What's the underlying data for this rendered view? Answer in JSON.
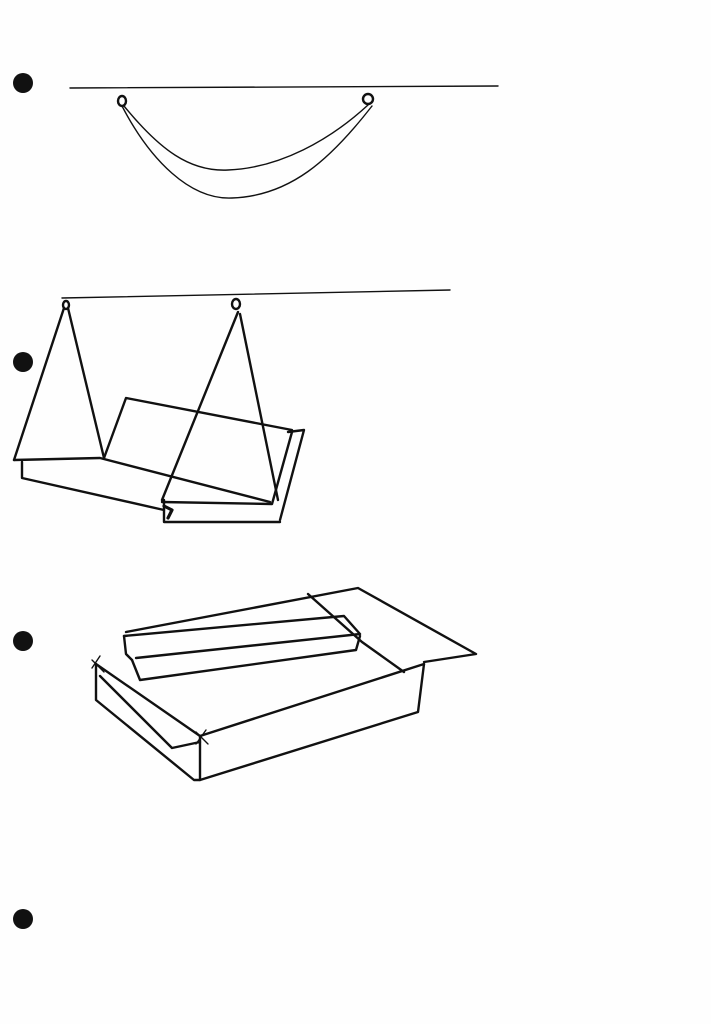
{
  "page": {
    "punch_holes": 4,
    "ink_color": "#111111",
    "paper_color": "#fefefe"
  },
  "sketches": [
    {
      "id": "hammock-curve"
    },
    {
      "id": "hanging-folded-sheet"
    },
    {
      "id": "box-with-bar"
    }
  ]
}
